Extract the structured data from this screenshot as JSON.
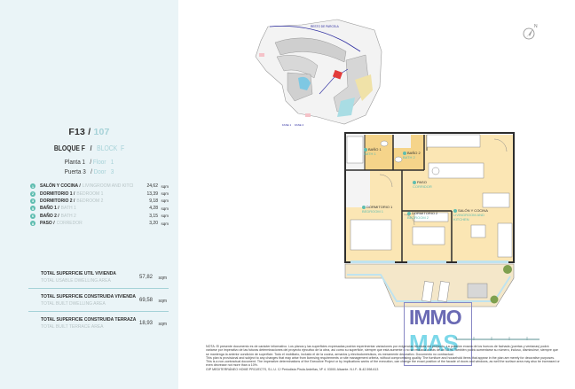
{
  "header": {
    "unit_code": "F13",
    "unit_number": "107",
    "block_label_es": "BLOQUE F",
    "block_label_en": "BLOCK",
    "block_value": "F",
    "floor_label_es": "Planta 1",
    "floor_label_en": "Floor",
    "floor_value": "1",
    "door_label_es": "Puerta 3",
    "door_label_en": "Door",
    "door_value": "3"
  },
  "rooms": [
    {
      "badge": "1",
      "name_es": "SALÓN Y COCINA /",
      "name_en": "LIVINGROOM AND KITCHEN",
      "area": "24,62",
      "unit": "sqm"
    },
    {
      "badge": "2",
      "name_es": "DORMITORIO 1 /",
      "name_en": "BEDROOM 1",
      "area": "13,39",
      "unit": "sqm"
    },
    {
      "badge": "3",
      "name_es": "DORMITORIO 2 /",
      "name_en": "BEDROOM 2",
      "area": "9,18",
      "unit": "sqm"
    },
    {
      "badge": "5",
      "name_es": "BAÑO 1 /",
      "name_en": "BATH 1",
      "area": "4,28",
      "unit": "sqm"
    },
    {
      "badge": "6",
      "name_es": "BAÑO 2 /",
      "name_en": "BATH 2",
      "area": "3,15",
      "unit": "sqm"
    },
    {
      "badge": "8",
      "name_es": "PASO /",
      "name_en": "CORREDOR",
      "area": "3,20",
      "unit": "sqm"
    }
  ],
  "totals": [
    {
      "label_es": "TOTAL SUPERFICIE UTIL VIVIENDA",
      "label_en": "TOTAL USABLE DWELLING AREA",
      "value": "57,82",
      "unit": "sqm"
    },
    {
      "label_es": "TOTAL SUPERFICIE CONSTRUIDA VIVIENDA",
      "label_en": "TOTAL BUILT DWELLING AREA",
      "value": "69,58",
      "unit": "sqm"
    },
    {
      "label_es": "TOTAL SUPERFICIE CONSTRUIDA TERRAZA",
      "label_en": "TOTAL BUILT TERRACE AREA",
      "value": "18,93",
      "unit": "sqm"
    }
  ],
  "site_plan": {
    "top_label": "RESTO DE PARCELA",
    "phase_1": "FASE 1",
    "phase_2": "FASE 2",
    "highlight_color": "#e23b3b"
  },
  "compass": {
    "label": "N"
  },
  "floor_plan_labels": {
    "bath1": {
      "es": "BAÑO 1",
      "en": "BATH 1"
    },
    "bath2": {
      "es": "BAÑO 2",
      "en": "BATH 2"
    },
    "corridor": {
      "es": "PASO",
      "en": "CORRIDOR"
    },
    "bedroom1": {
      "es": "DORMITORIO 1",
      "en": "BEDROOM 1"
    },
    "bedroom2": {
      "es": "DORMITORIO 2",
      "en": "BEDROOM 2"
    },
    "living": {
      "es": "SALÓN Y COCINA",
      "en": "LIVINGROOM AND KITCHEN"
    }
  },
  "watermark": {
    "line1": "IMMO",
    "line2": "MAS"
  },
  "note": {
    "es": "NOTA: El presente documento es de carácter informativo. Los planos y las superficies expresadas podrán experimentar variaciones por exigencias técnicas del proyecto. La posición exacta de los huecos de fachada (puertas y ventanas) podrá variarse por imperativo de las futuras determinaciones del proyecto ejecutivo de la obra, así como su superficie, siempre que está aumente o no se reduzca a más de un 10 %. También podrá aumentarse su número, incluso, disminuirse, siempre que se mantenga la anterior condición de superficie. Todo el mobiliario, incluido el de la cocina, armarios y electrodomésticos, es meramente decorativo. Documento no contractual.",
    "en": "This plan is provisional and subject to any changes that may arise from licensing requirements or site management criteria, without compromising quality. The furniture and household items that appear in the plan are merely for decorative purposes. This is a non-contractual document. The imperative determinations of the Executive Project or by implications works of the execution, can change the exact position of the facade of doors and windows, as well the surface area may also be increased or even decrease not more than a 10%.",
    "company": "GIP MEDITERRÁNEO HOME PROJECTS, S.L.U. C/ Periodista Pirula Ardeñas, Nº 4. 03001 Alicante. N.I.F.: B-42.598.613"
  },
  "colors": {
    "panel_bg": "#eaf4f7",
    "accent_teal": "#5fbdb0",
    "accent_light": "#a6d2d8",
    "room_fill": "#fbe6b4",
    "bath_fill": "#f5d48a",
    "wall": "#2d2d2d",
    "glass": "#bfe3ef"
  }
}
